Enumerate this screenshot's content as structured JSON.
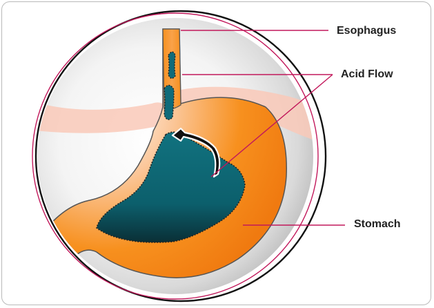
{
  "labels": {
    "esophagus": "Esophagus",
    "acid_flow": "Acid Flow",
    "stomach": "Stomach"
  },
  "colors": {
    "leader_line": "#c2185b",
    "stomach_orange": "#f7901e",
    "acid_teal": "#0f6b7a",
    "diaphragm_pink": "#f9c9b8",
    "lens_grey": "#e6e6e6"
  }
}
